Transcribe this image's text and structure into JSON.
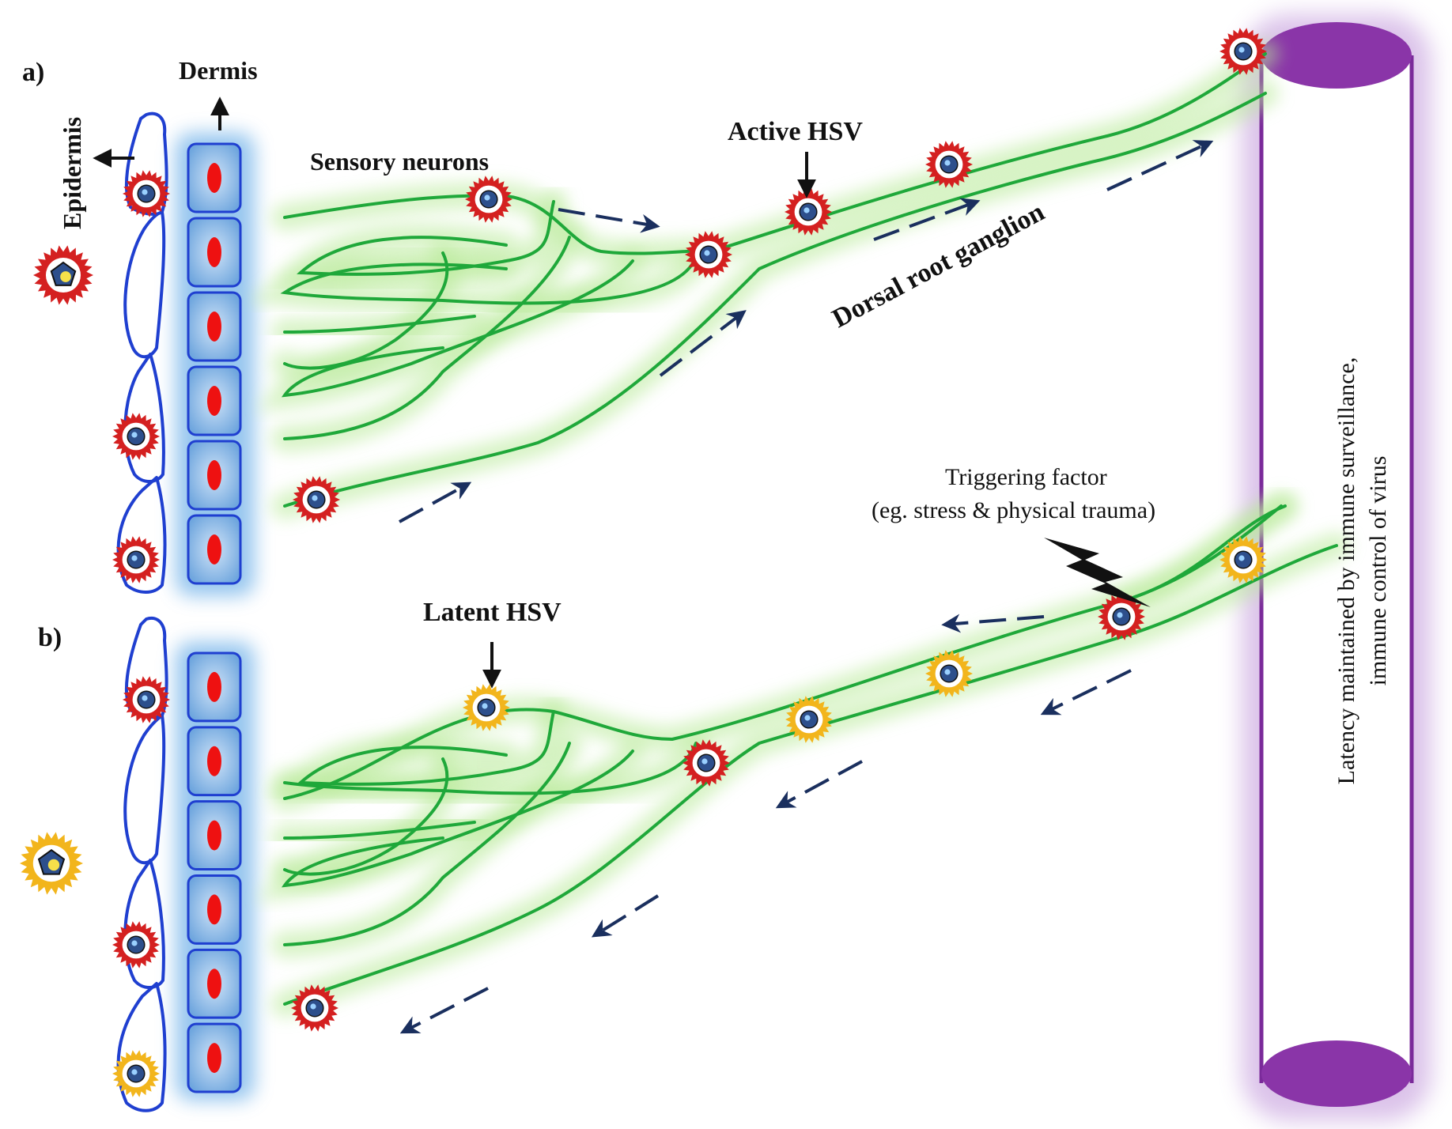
{
  "panels": {
    "a": {
      "letter": "a)"
    },
    "b": {
      "letter": "b)"
    }
  },
  "labels": {
    "dermis": "Dermis",
    "epidermis": "Epidermis",
    "sensory_neurons": "Sensory  neurons",
    "active_hsv": "Active HSV",
    "dorsal_root_ganglion": "Dorsal root ganglion",
    "latent_hsv": "Latent HSV",
    "trigger_line1": "Triggering  factor",
    "trigger_line2": "(eg. stress & physical trauma)",
    "latency_line1": "Latency maintained by immune  surveillance,",
    "latency_line2": "immune  control of virus"
  },
  "colors": {
    "active_virus": "#d42020",
    "latent_virus": "#f2b51c",
    "neuron": "#1fa83a",
    "neuron_glow": "#b9ea9a",
    "epidermis_outline": "#1f3fd0",
    "dermis_cell": "#5b9bd8",
    "dermis_nucleus": "#ee1111",
    "spinal_cord": "#7a2a9a",
    "spinal_cord_cap": "#8a35a8",
    "arrow": "#1a2f5e"
  }
}
